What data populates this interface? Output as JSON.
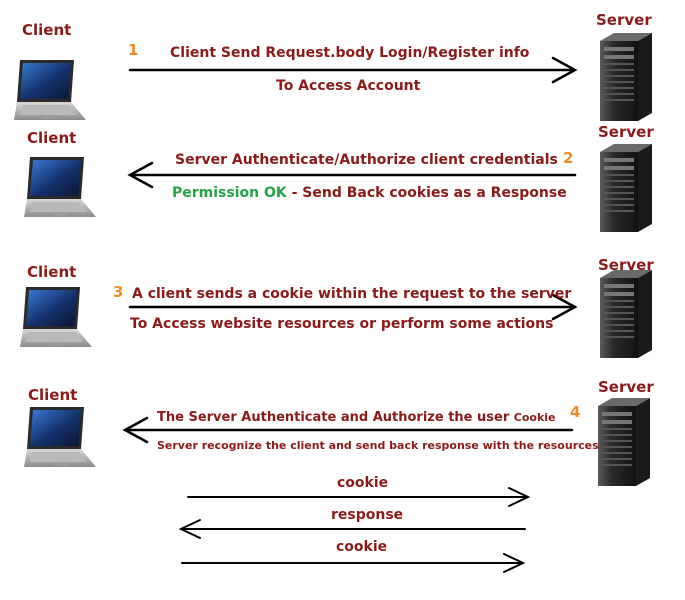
{
  "colors": {
    "text": "#8b1a1a",
    "number": "#f28c28",
    "green": "#22a447",
    "arrow": "#000000"
  },
  "icons": {
    "client": "laptop-icon",
    "server": "server-tower-icon"
  },
  "steps": [
    {
      "client_label": "Client",
      "server_label": "Server",
      "number": "1",
      "direction": "to-server",
      "line1": "Client Send Request.body Login/Register info",
      "line2": "To Access Account"
    },
    {
      "client_label": "Client",
      "server_label": "Server",
      "number": "2",
      "direction": "to-client",
      "line1": "Server Authenticate/Authorize client credentials",
      "line2_highlight": "Permission OK",
      "line2": " - Send Back cookies as a Response"
    },
    {
      "client_label": "Client",
      "server_label": "Server",
      "number": "3",
      "direction": "to-server",
      "line1": "A client sends a cookie within the request to the server",
      "line2": "To Access website resources or perform some actions"
    },
    {
      "client_label": "Client",
      "server_label": "Server",
      "number": "4",
      "direction": "to-client",
      "line1": "The Server Authenticate and Authorize the user",
      "line1_small": "Cookie",
      "line2": "Server recognize the client and send back response with the resources"
    }
  ],
  "exchange": [
    {
      "label": "cookie",
      "direction": "right"
    },
    {
      "label": "response",
      "direction": "left"
    },
    {
      "label": "cookie",
      "direction": "right"
    }
  ]
}
